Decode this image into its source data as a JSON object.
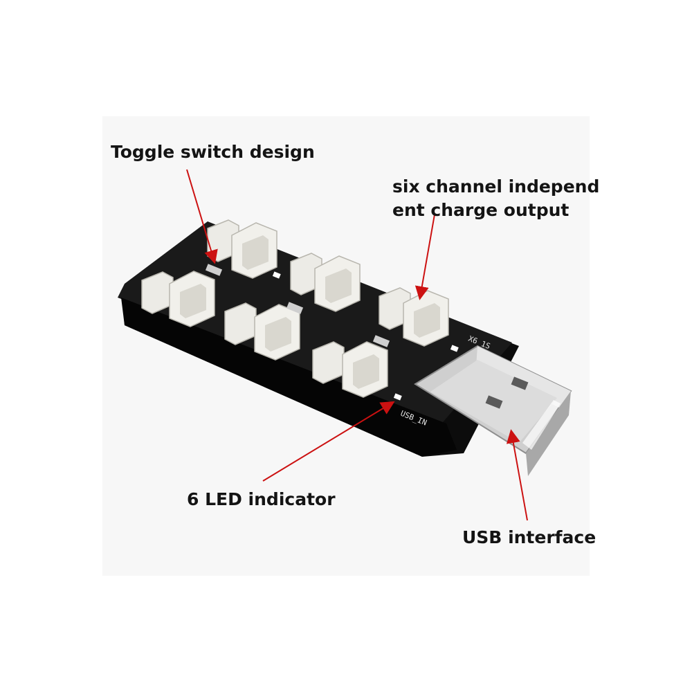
{
  "callouts": {
    "toggle_switch": "Toggle switch design",
    "six_channel_line1": "six channel independ",
    "six_channel_line2": "ent charge output",
    "led_indicator": "6 LED indicator",
    "usb_interface": "USB interface"
  },
  "pcb": {
    "silkscreen_usb_in": "USB_IN",
    "silkscreen_model": "X6 1S"
  },
  "colors": {
    "background": "#ffffff",
    "photo_backdrop": "#f7f7f7",
    "board": "#111111",
    "connector": "#efeeea",
    "usb_metal": "#c8c8c8",
    "arrow": "#cc1111",
    "label_text": "#141414"
  }
}
